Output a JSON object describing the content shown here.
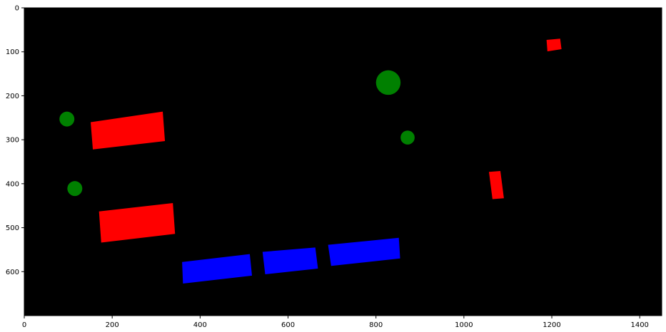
{
  "chart_data": {
    "type": "heatmap",
    "subtype": "segmentation-mask-image",
    "title": "",
    "xlabel": "",
    "ylabel": "",
    "xlim": [
      0,
      1450
    ],
    "ylim": [
      700,
      0
    ],
    "grid": false,
    "legend": null,
    "background_color": "#000000",
    "x_ticks": [
      0,
      200,
      400,
      600,
      800,
      1000,
      1200,
      1400
    ],
    "y_ticks": [
      0,
      100,
      200,
      300,
      400,
      500,
      600
    ],
    "classes": [
      {
        "name": "red",
        "color": "#ff0000"
      },
      {
        "name": "green",
        "color": "#008000"
      },
      {
        "name": "blue",
        "color": "#0000ff"
      }
    ],
    "objects": [
      {
        "class": "red",
        "shape": "rotated-rectangle",
        "corners": [
          [
            151,
            260
          ],
          [
            315,
            236
          ],
          [
            320,
            303
          ],
          [
            156,
            322
          ]
        ],
        "center": [
          236,
          278
        ]
      },
      {
        "class": "red",
        "shape": "rotated-rectangle",
        "corners": [
          [
            170,
            463
          ],
          [
            338,
            444
          ],
          [
            343,
            514
          ],
          [
            175,
            534
          ]
        ],
        "center": [
          257,
          490
        ]
      },
      {
        "class": "red",
        "shape": "rotated-rectangle",
        "corners": [
          [
            1188,
            73
          ],
          [
            1219,
            70
          ],
          [
            1222,
            94
          ],
          [
            1190,
            99
          ]
        ],
        "center": [
          1205,
          85
        ]
      },
      {
        "class": "red",
        "shape": "rotated-rectangle",
        "corners": [
          [
            1057,
            373
          ],
          [
            1083,
            371
          ],
          [
            1091,
            433
          ],
          [
            1065,
            435
          ]
        ],
        "center": [
          1074,
          403
        ]
      },
      {
        "class": "blue",
        "shape": "rotated-rectangle",
        "corners": [
          [
            359,
            578
          ],
          [
            513,
            560
          ],
          [
            518,
            609
          ],
          [
            361,
            627
          ]
        ],
        "center": [
          438,
          593
        ]
      },
      {
        "class": "blue",
        "shape": "rotated-rectangle",
        "corners": [
          [
            542,
            555
          ],
          [
            662,
            545
          ],
          [
            668,
            593
          ],
          [
            548,
            606
          ]
        ],
        "center": [
          605,
          575
        ]
      },
      {
        "class": "blue",
        "shape": "rotated-rectangle",
        "corners": [
          [
            691,
            539
          ],
          [
            852,
            523
          ],
          [
            855,
            570
          ],
          [
            698,
            587
          ]
        ],
        "center": [
          774,
          555
        ]
      },
      {
        "class": "green",
        "shape": "circle",
        "center": [
          97,
          253
        ],
        "radius": 17
      },
      {
        "class": "green",
        "shape": "circle",
        "center": [
          115,
          411
        ],
        "radius": 17
      },
      {
        "class": "green",
        "shape": "circle",
        "center": [
          828,
          170
        ],
        "radius": 28
      },
      {
        "class": "green",
        "shape": "circle",
        "center": [
          872,
          295
        ],
        "radius": 16
      }
    ]
  }
}
